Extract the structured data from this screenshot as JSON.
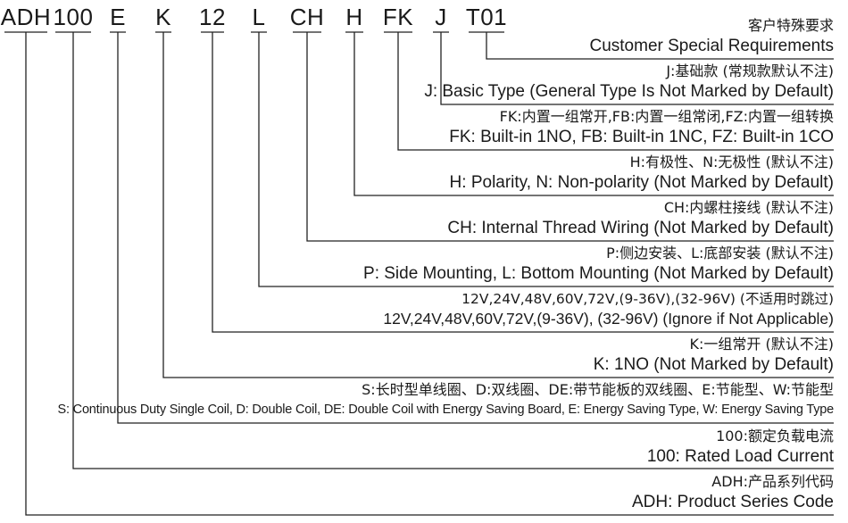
{
  "codes": [
    "ADH",
    "100",
    "E",
    "K",
    "12",
    "L",
    "CH",
    "H",
    "FK",
    "J",
    "T01"
  ],
  "rows": [
    {
      "cn": "客户特殊要求",
      "en": "Customer Special Requirements"
    },
    {
      "cn": "J:基础款 (常规款默认不注)",
      "en": "J: Basic Type (General Type Is Not Marked by Default)"
    },
    {
      "cn": "FK:内置一组常开,FB:内置一组常闭,FZ:内置一组转换",
      "en": "FK: Built-in 1NO, FB: Built-in 1NC, FZ: Built-in 1CO"
    },
    {
      "cn": "H:有极性、N:无极性 (默认不注)",
      "en": "H: Polarity, N: Non-polarity (Not Marked by Default)"
    },
    {
      "cn": "CH:内螺柱接线 (默认不注)",
      "en": "CH: Internal Thread Wiring (Not Marked by Default)"
    },
    {
      "cn": "P:侧边安装、L:底部安装 (默认不注)",
      "en": "P: Side Mounting, L: Bottom Mounting (Not Marked by Default)"
    },
    {
      "cn": "12V,24V,48V,60V,72V,(9-36V),(32-96V) (不适用时跳过)",
      "en": "12V,24V,48V,60V,72V,(9-36V), (32-96V) (Ignore if Not Applicable)"
    },
    {
      "cn": "K:一组常开 (默认不注)",
      "en": "K: 1NO (Not Marked by Default)"
    },
    {
      "cn": "S:长时型单线圈、D:双线圈、DE:带节能板的双线圈、E:节能型、W:节能型",
      "en": "S: Continuous Duty Single Coil, D: Double Coil, DE: Double Coil with Energy Saving Board, E: Energy Saving Type, W: Energy Saving Type"
    },
    {
      "cn": "100:额定负载电流",
      "en": "100: Rated Load Current"
    },
    {
      "cn": "ADH:产品系列代码",
      "en": "ADH: Product Series Code"
    }
  ]
}
